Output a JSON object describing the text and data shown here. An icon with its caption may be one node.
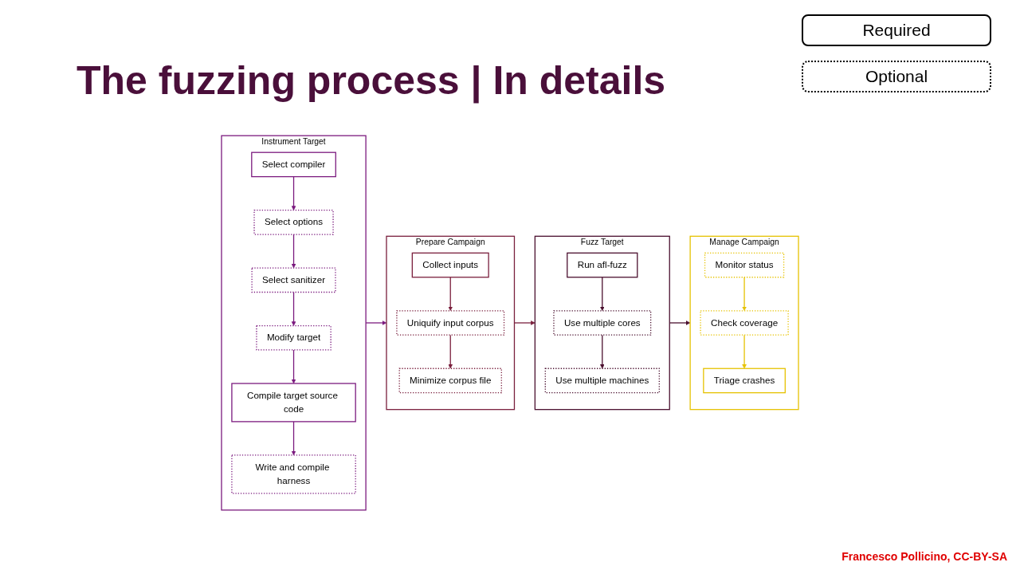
{
  "diagram": {
    "title": "The fuzzing process | In details",
    "nodes": [
      {
        "text": [
          "Instrument Target"
        ]
      },
      {
        "text": [
          "Select compiler"
        ],
        "in": 0
      },
      {
        "text": [
          "Select options"
        ],
        "in": 0
      },
      {
        "text": [
          "Select sanitizer"
        ],
        "in": 0
      },
      {
        "text": [
          "Modify target"
        ],
        "in": 0
      },
      {
        "text": [
          "Compile target source code"
        ],
        "in": 0
      },
      {
        "text": [
          "Write and compile harness"
        ],
        "in": 0
      },
      {
        "text": [
          "Prepare Campaign"
        ]
      },
      {
        "text": [
          "Collect inputs"
        ],
        "in": 7
      },
      {
        "text": [
          "Uniquify input corpus"
        ],
        "in": 7
      },
      {
        "text": [
          "Minimize corpus file"
        ],
        "in": 7
      },
      {
        "text": [
          "Fuzz Target"
        ]
      },
      {
        "text": [
          "Run afl-fuzz"
        ],
        "in": 11
      },
      {
        "text": [
          "Use multiple cores"
        ],
        "in": 11
      },
      {
        "text": [
          "Use multiple machines"
        ],
        "in": 11
      },
      {
        "text": [
          "Manage Campaign"
        ]
      },
      {
        "text": [
          "Monitor status"
        ],
        "in": 15
      },
      {
        "text": [
          "Check coverage"
        ],
        "in": 15
      },
      {
        "text": [
          "Triage crashes"
        ],
        "in": 15
      }
    ],
    "edges": [
      {
        "from": 1,
        "to": 2,
        "arrow": "to",
        "color": "#7b1a7e"
      },
      {
        "from": 2,
        "to": 3,
        "arrow": "to",
        "color": "#7b1a7e"
      },
      {
        "from": 3,
        "to": 4,
        "arrow": "to",
        "color": "#7b1a7e"
      },
      {
        "from": 4,
        "to": 5,
        "arrow": "to",
        "color": "#7b1a7e"
      },
      {
        "from": 5,
        "to": 6,
        "arrow": "to",
        "color": "#7b1a7e"
      },
      {
        "from": 0,
        "to": 7,
        "arrow": "to",
        "color": "#7b1a7e"
      },
      {
        "from": 8,
        "to": 9,
        "arrow": "to",
        "color": "#7a1f3d"
      },
      {
        "from": 9,
        "to": 10,
        "arrow": "to",
        "color": "#7a1f3d"
      },
      {
        "from": 7,
        "to": 11,
        "arrow": "to",
        "color": "#7a1f3d"
      },
      {
        "from": 12,
        "to": 13,
        "arrow": "to",
        "color": "#4a0f2e"
      },
      {
        "from": 13,
        "to": 14,
        "arrow": "to",
        "color": "#4a0f2e"
      },
      {
        "from": 11,
        "to": 15,
        "arrow": "to",
        "color": "#4a0f2e"
      },
      {
        "from": 16,
        "to": 17,
        "arrow": "to",
        "color": "#e6c200"
      },
      {
        "from": 17,
        "to": 18,
        "arrow": "to",
        "color": "#e6c200"
      }
    ],
    "labels": [
      "Francesco Pollicino, CC-BY-SA"
    ],
    "legend": [
      {
        "text": "Required"
      },
      {
        "text": "Optional"
      }
    ]
  }
}
